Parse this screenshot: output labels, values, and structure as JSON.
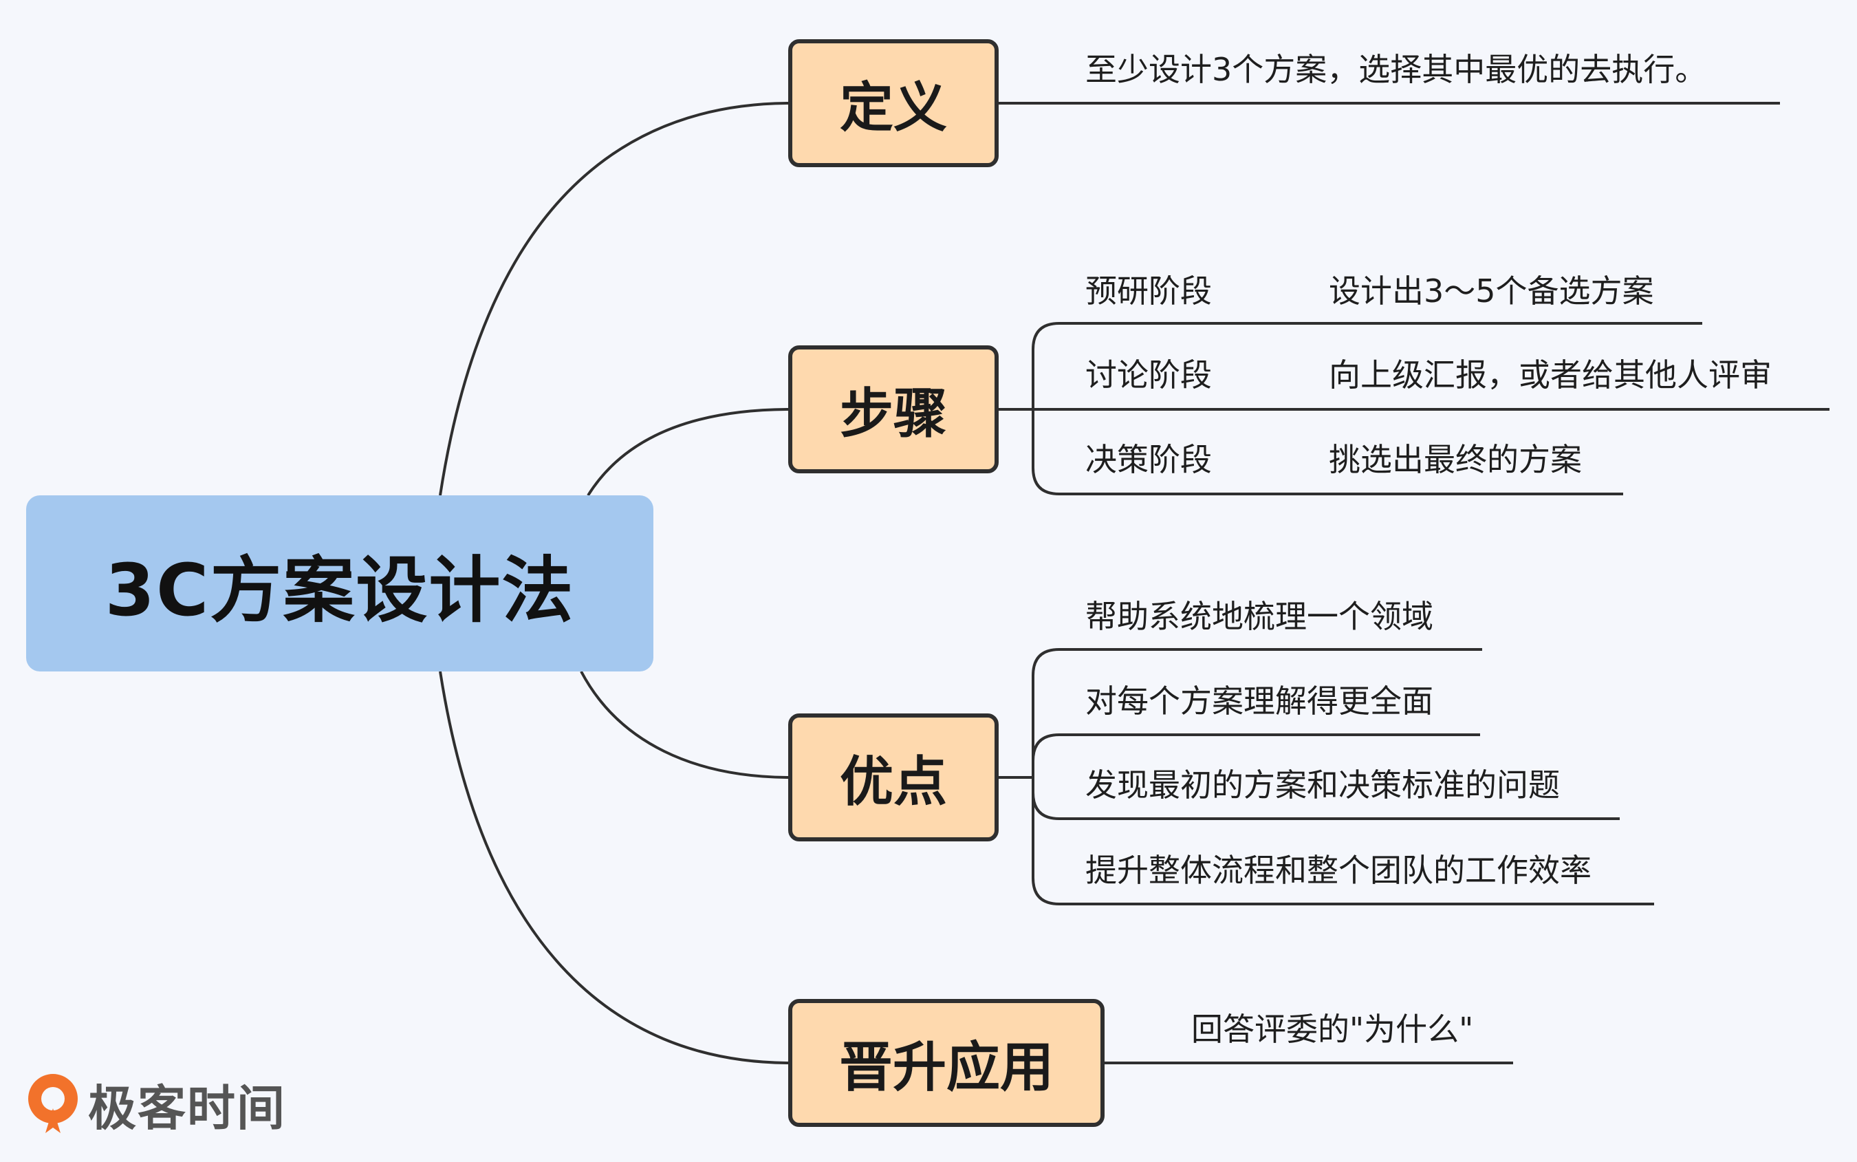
{
  "root": {
    "label": "3C方案设计法"
  },
  "branches": [
    {
      "label": "定义",
      "items": [
        "至少设计3个方案，选择其中最优的去执行。"
      ]
    },
    {
      "label": "步骤",
      "stages": [
        {
          "name": "预研阶段",
          "desc": "设计出3～5个备选方案"
        },
        {
          "name": "讨论阶段",
          "desc": "向上级汇报，或者给其他人评审"
        },
        {
          "name": "决策阶段",
          "desc": "挑选出最终的方案"
        }
      ]
    },
    {
      "label": "优点",
      "items": [
        "帮助系统地梳理一个领域",
        "对每个方案理解得更全面",
        "发现最初的方案和决策标准的问题",
        "提升整体流程和整个团队的工作效率"
      ]
    },
    {
      "label": "晋升应用",
      "items": [
        "回答评委的\"为什么\""
      ]
    }
  ],
  "brand": {
    "name": "极客时间",
    "logo_color": "#f2722b"
  },
  "colors": {
    "root_fill": "#a4c8ef",
    "branch_fill": "#fed9ae",
    "line": "#2f2f2f",
    "background": "#f5f7fc"
  }
}
